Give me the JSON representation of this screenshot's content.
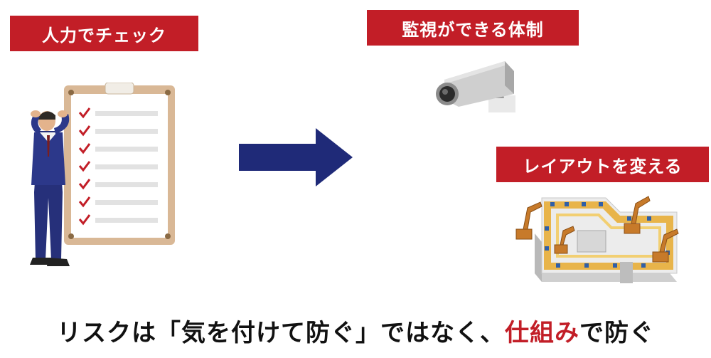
{
  "labels": {
    "manual_check": "人力でチェック",
    "monitoring": "監視ができる体制",
    "layout_change": "レイアウトを変える"
  },
  "caption": {
    "before": "リスクは「気を付けて防ぐ」ではなく、",
    "highlight": "仕組み",
    "after": "で防ぐ"
  },
  "colors": {
    "accent_red": "#c21e27",
    "arrow_navy": "#1f2a78",
    "clipboard_tan": "#d9b896"
  },
  "icons": [
    "worried-man-icon",
    "clipboard-icon",
    "arrow-right-icon",
    "security-camera-icon",
    "factory-conveyor-icon"
  ]
}
